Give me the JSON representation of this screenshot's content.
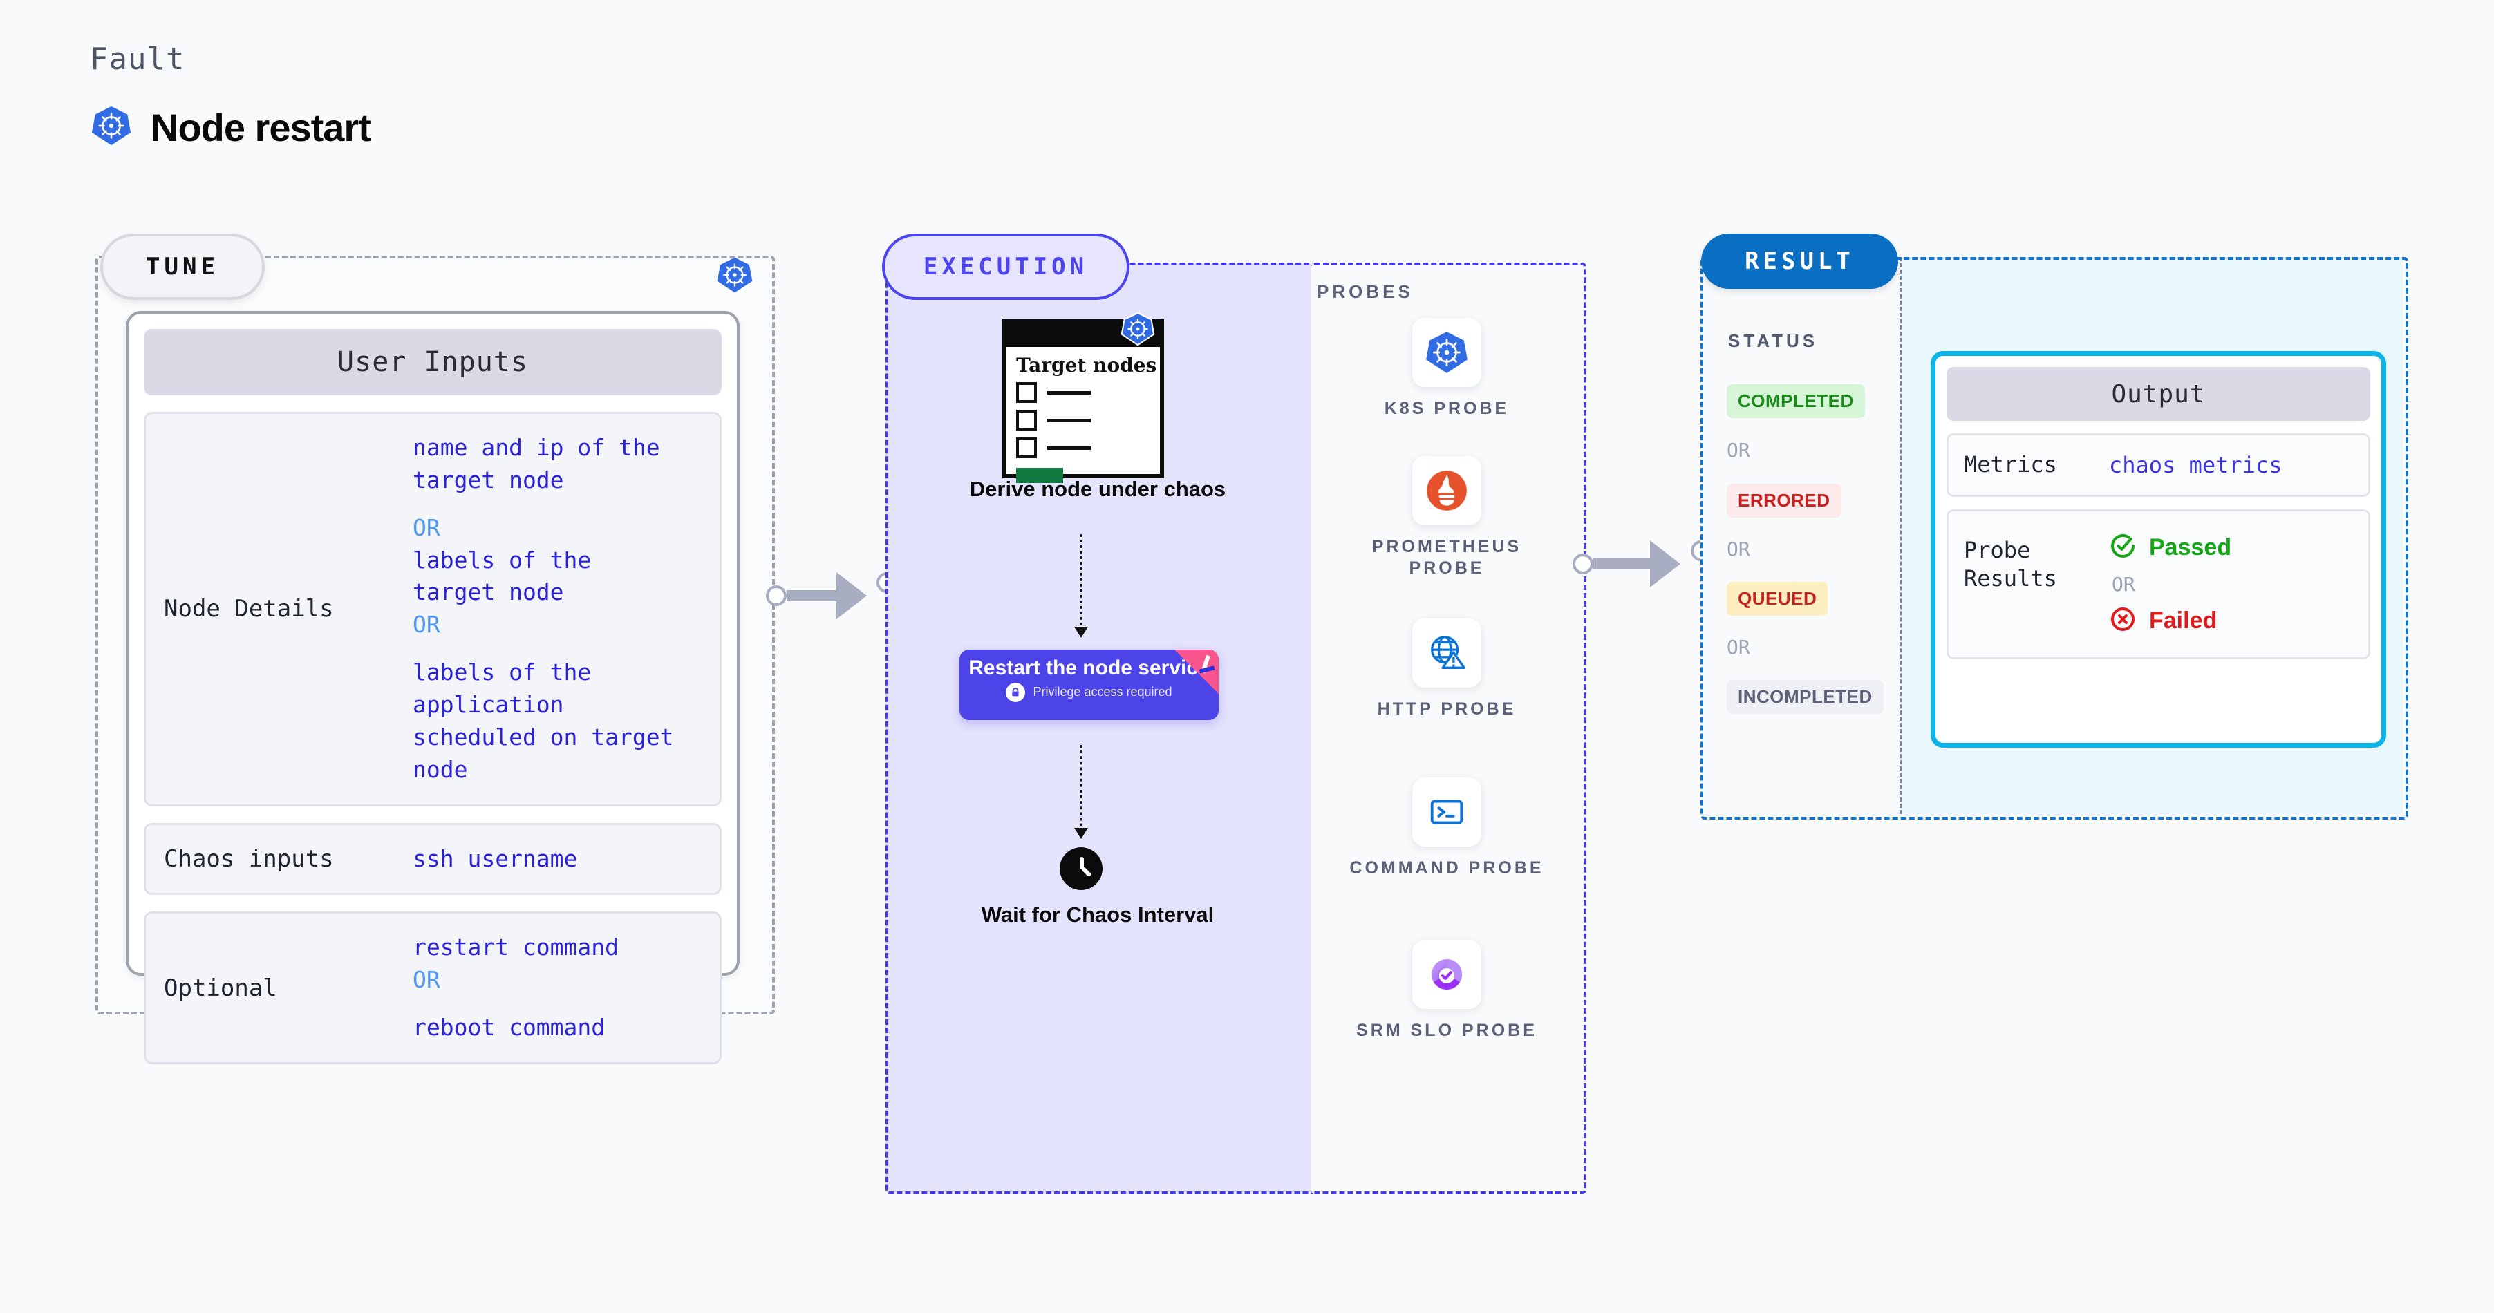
{
  "header": {
    "eyebrow": "Fault",
    "title": "Node restart",
    "icon": "kubernetes-icon"
  },
  "tune": {
    "pill_label": "TUNE",
    "badge_icon": "kubernetes-icon",
    "card_title": "User Inputs",
    "rows": [
      {
        "label": "Node Details",
        "values": [
          "name and ip of the\ntarget node",
          "OR",
          "labels of the\ntarget node",
          "OR",
          "labels of the application\n scheduled on target node"
        ]
      },
      {
        "label": "Chaos inputs",
        "values": [
          "ssh username"
        ]
      },
      {
        "label": "Optional",
        "values": [
          "restart command",
          "OR",
          "reboot command"
        ]
      }
    ]
  },
  "execution": {
    "pill_label": "EXECUTION",
    "target_card": {
      "title": "Target nodes",
      "badge_icon": "kubernetes-icon",
      "checkbox_count": 3
    },
    "steps": [
      {
        "label": "Derive node under chaos"
      },
      {
        "label": "Restart the node service",
        "sublabel": "Privilege access required",
        "sub_icon": "lock-icon",
        "ribbon_icon": "chaos-ribbon-icon"
      },
      {
        "label": "Wait for Chaos Interval",
        "icon": "clock-icon"
      }
    ]
  },
  "probes": {
    "title": "PROBES",
    "items": [
      {
        "label": "K8S PROBE",
        "icon": "kubernetes-icon"
      },
      {
        "label": "PROMETHEUS PROBE",
        "icon": "prometheus-icon"
      },
      {
        "label": "HTTP PROBE",
        "icon": "globe-warning-icon"
      },
      {
        "label": "COMMAND PROBE",
        "icon": "terminal-icon"
      },
      {
        "label": "SRM SLO PROBE",
        "icon": "srm-slo-icon"
      }
    ]
  },
  "result": {
    "pill_label": "RESULT",
    "status_title": "STATUS",
    "statuses": [
      {
        "label": "COMPLETED",
        "bg": "#d6f5d6",
        "fg": "#1a8a1a"
      },
      {
        "label": "ERRORED",
        "bg": "#fdeaea",
        "fg": "#cc2020"
      },
      {
        "label": "QUEUED",
        "bg": "#fdeec0",
        "fg": "#c42121"
      },
      {
        "label": "INCOMPLETED",
        "bg": "#eef0f5",
        "fg": "#5b6178"
      }
    ],
    "separator": "OR",
    "output": {
      "title": "Output",
      "metrics_label": "Metrics",
      "metrics_value": "chaos metrics",
      "probe_results_label": "Probe Results",
      "passed_label": "Passed",
      "failed_label": "Failed",
      "separator": "OR",
      "passed_icon": "check-circle-icon",
      "failed_icon": "x-circle-icon",
      "passed_color": "#16a516",
      "failed_color": "#e01b1b"
    }
  },
  "connectors": [
    {
      "from": "tune",
      "to": "execution"
    },
    {
      "from": "execution",
      "to": "result"
    }
  ],
  "colors": {
    "k8s_blue": "#326ce5",
    "execution_purple": "#4c44ee",
    "result_blue": "#0a6fc2",
    "output_border": "#0db4e7",
    "code_blue": "#2a24d6",
    "or_blue": "#4e9af4"
  }
}
